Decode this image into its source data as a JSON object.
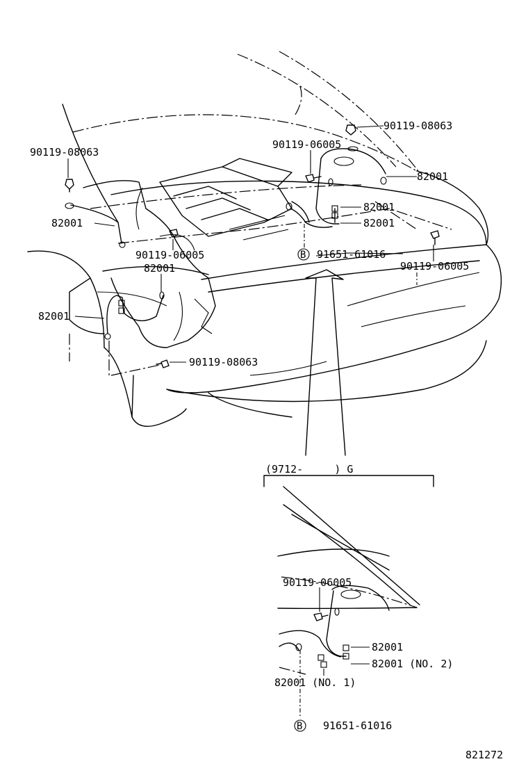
{
  "labels": {
    "bolt_90119_08063": "90119-08063",
    "bolt_90119_06005": "90119-06005",
    "wire_82001": "82001",
    "clamp_91651_61016": "91651-61016",
    "circle_b": "B",
    "inset_range": "(9712-     ) G",
    "wire_no1": "82001 (NO. 1)",
    "wire_no2": "82001 (NO. 2)",
    "figure_number": "821272"
  }
}
